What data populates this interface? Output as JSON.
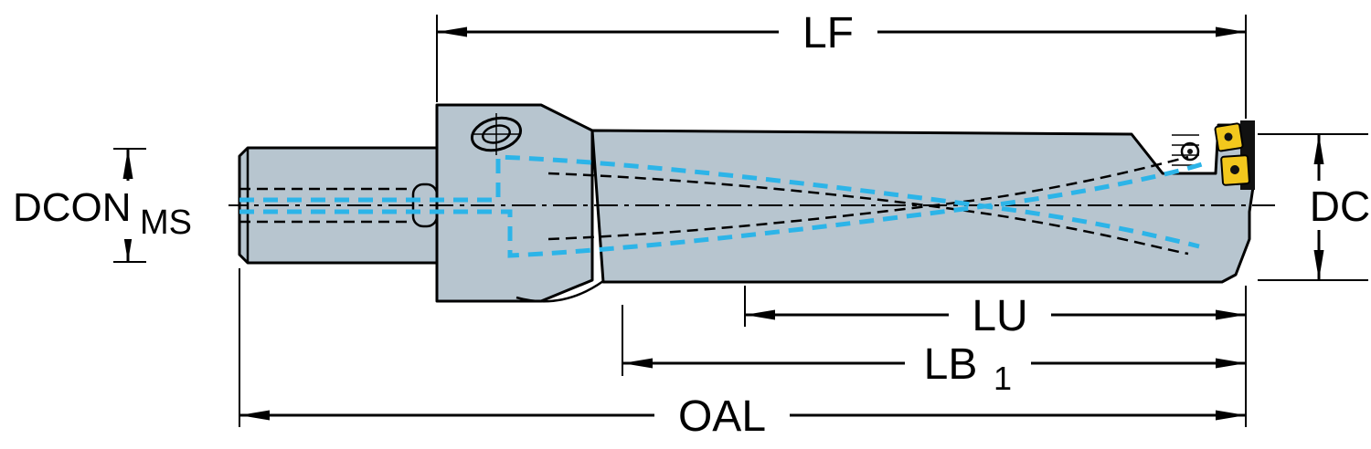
{
  "diagram": {
    "labels": {
      "lf": "LF",
      "dc": "DC",
      "dcon": "DCON",
      "dcon_sub": "MS",
      "lu": "LU",
      "lb": "LB",
      "lb_sub": "1",
      "oal": "OAL"
    },
    "colors": {
      "background": "#ffffff",
      "tool-body": "#b7c5cf",
      "outline": "#000000",
      "coolant": "#2cb4e8",
      "insert": "#f2c71d"
    }
  }
}
